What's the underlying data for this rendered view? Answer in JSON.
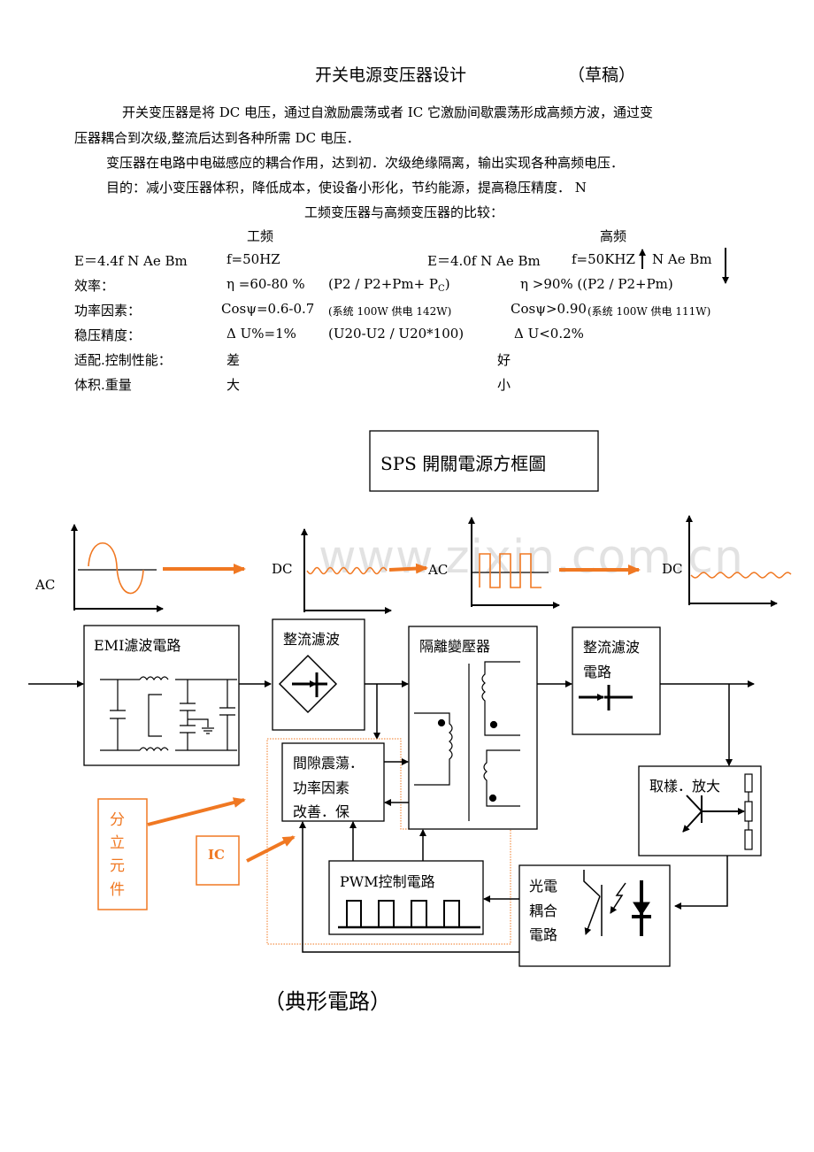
{
  "document": {
    "title": "开关电源变压器设计",
    "title_note": "（草稿）",
    "paragraphs": [
      "开关变压器是将 DC 电压，通过自激励震荡或者 IC 它激励间歇震荡形成高频方波，通过变",
      "压器耦合到次级,整流后达到各种所需 DC 电压．",
      "变压器在电路中电磁感应的耦合作用，达到初．次级绝缘隔离，输出实现各种高频电压．",
      "目的：减小变压器体积，降低成本，使设备小形化，节约能源，提高稳压精度．  N"
    ],
    "comparison_title": "工频变压器与高频变压器的比较："
  },
  "comparison": {
    "col_low": "工频",
    "col_high": "高频",
    "formula_low": "E＝4.4f N Ae Bm",
    "freq_low": "f=50HZ",
    "formula_high": "E＝4.0f N Ae Bm",
    "freq_high": "f=50KHZ",
    "high_note": "N Ae Bm",
    "rows": [
      {
        "label": "效率：",
        "low": "η =60-80 %",
        "low_note": "(P2 / P2+Pm+ P",
        "low_note_sub": "C",
        "low_note_end": ")",
        "high": "η >90% ((P2 / P2+Pm)"
      },
      {
        "label": "功率因素：",
        "low": "Cosψ=0.6-0.7",
        "low_note": "(系统 100W 供电 142W)",
        "high": "Cosψ>0.90",
        "high_note": "(系统 100W 供电 111W)"
      },
      {
        "label": "稳压精度：",
        "low": "Δ U%=1%",
        "low_note": "(U20-U2 / U20*100)",
        "high": "Δ U<0.2%"
      },
      {
        "label": "适配.控制性能：",
        "low": "差",
        "high": "好"
      },
      {
        "label": "体积.重量",
        "low": "大",
        "high": "小"
      }
    ]
  },
  "diagram": {
    "title": "SPS 開關電源方框圖",
    "waveforms": [
      {
        "label": "AC",
        "shape": "sine"
      },
      {
        "label": "DC",
        "shape": "ripple"
      },
      {
        "label": "AC",
        "shape": "square"
      },
      {
        "label": "DC",
        "shape": "ripple"
      }
    ],
    "blocks": {
      "emi": "EMI濾波電路",
      "rectifier1": "整流濾波",
      "transformer": "隔離變壓器",
      "rectifier2_line1": "整流濾波",
      "rectifier2_line2": "電路",
      "oscillator_line1": "間隙震蕩．",
      "oscillator_line2": "功率因素",
      "oscillator_line3": "改善．保",
      "pwm": "PWM控制電路",
      "sampling": "取樣．放大",
      "opto_line1": "光電",
      "opto_line2": "耦合",
      "opto_line3": "電路"
    },
    "annotations": {
      "discrete": [
        "分",
        "立",
        "元",
        "件"
      ],
      "ic": "IC"
    },
    "caption": "（典形電路）"
  },
  "watermark": "www.zixin.com.cn",
  "colors": {
    "accent": "#f07822",
    "line": "#000000"
  }
}
